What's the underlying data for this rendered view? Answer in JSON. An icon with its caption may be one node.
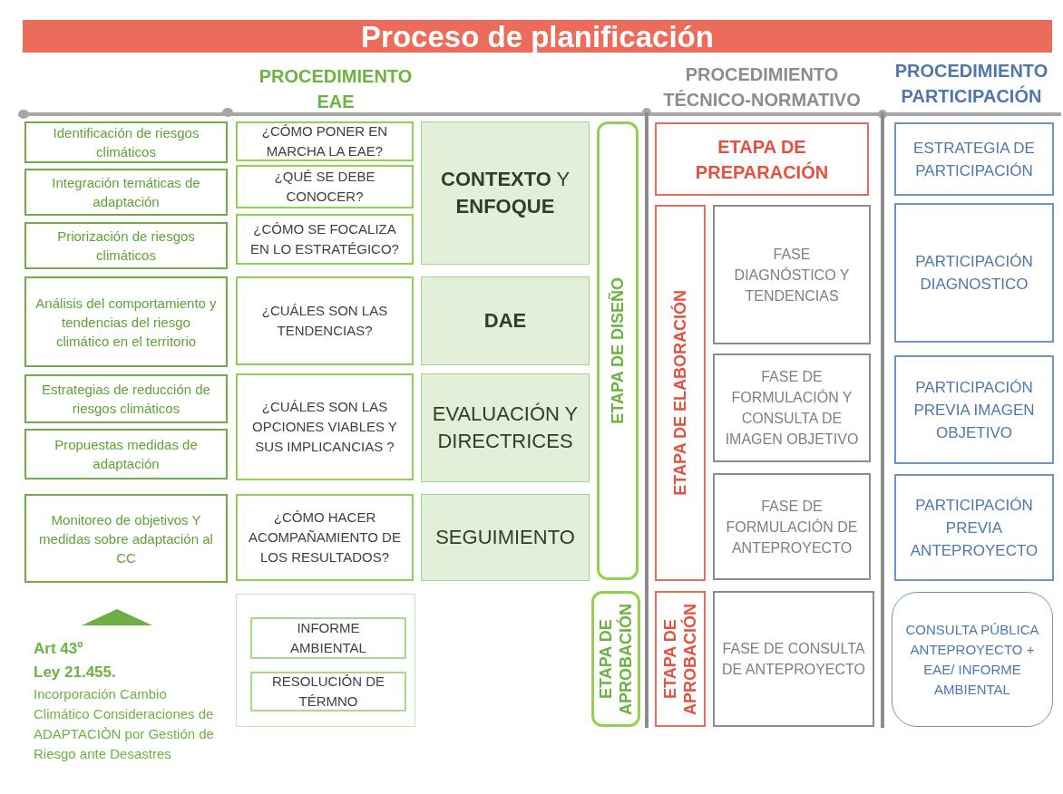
{
  "diagram": {
    "title": "Proceso de planificación",
    "nodes": [
      {
        "text": [
          "Identificación de riesgos climáticos"
        ]
      },
      {
        "text": [
          "Integración temáticas de adaptación"
        ]
      },
      {
        "text": [
          "Priorización de riesgos climáticos"
        ]
      },
      {
        "text": [
          "Análisis del comportamiento y tendencias del riesgo climático en el territorio"
        ]
      },
      {
        "text": [
          "Estrategias de reducción de riesgos climáticos"
        ]
      },
      {
        "text": [
          "Propuestas medidas de adaptación"
        ]
      },
      {
        "text": [
          "Monitoreo de objetivos Y medidas sobre adaptación al CC"
        ]
      },
      {
        "text": [
          "¿CÓMO PONER EN MARCHA LA EAE?"
        ]
      },
      {
        "text": [
          "¿QUÉ SE DEBE CONOCER?"
        ]
      },
      {
        "text": [
          "¿CÓMO SE FOCALIZA EN LO ESTRATÉGICO?"
        ]
      },
      {
        "text": [
          "¿CUÁLES SON LAS TENDENCIAS?"
        ]
      },
      {
        "text": [
          "¿CUÁLES SON LAS OPCIONES VIABLES Y SUS IMPLICANCIAS ?"
        ]
      },
      {
        "text": [
          "¿CÓMO HACER ACOMPAÑAMIENTO DE LOS RESULTADOS?"
        ]
      },
      {
        "text": [],
        "shape": "box"
      },
      {
        "text": [
          "INFORME AMBIENTAL"
        ],
        "in": 13
      },
      {
        "text": [
          "RESOLUCIÓN DE TÉRMNO"
        ],
        "in": 13
      },
      {
        "text": [
          "**CONTEXTO** Y **ENFOQUE**"
        ]
      },
      {
        "text": [
          "**DAE**"
        ]
      },
      {
        "text": [
          "EVALUACIÓN Y DIRECTRICES"
        ]
      },
      {
        "text": [
          "SEGUIMIENTO"
        ]
      },
      {
        "text": [
          "ETAPA DE DISEÑO"
        ]
      },
      {
        "text": [
          "ETAPA DE APROBACIÓN"
        ]
      },
      {
        "text": [
          "ETAPA DE PREPARACIÓN"
        ]
      },
      {
        "text": [
          "ETAPA DE ELABORACIÓN"
        ]
      },
      {
        "text": [
          "FASE DIAGNÓSTICO Y TENDENCIAS"
        ]
      },
      {
        "text": [
          "FASE DE FORMULACIÓN Y CONSULTA DE IMAGEN OBJETIVO"
        ]
      },
      {
        "text": [
          "FASE DE FORMULACIÓN DE ANTEPROYECTO"
        ]
      },
      {
        "text": [
          "ETAPA DE APROBACIÓN"
        ]
      },
      {
        "text": [
          "FASE DE CONSULTA DE ANTEPROYECTO"
        ]
      },
      {
        "text": [
          "ESTRATEGIA DE PARTICIPACIÓN"
        ]
      },
      {
        "text": [
          "PARTICIPACIÓN DIAGNOSTICO"
        ]
      },
      {
        "text": [
          "PARTICIPACIÓN PREVIA IMAGEN OBJETIVO"
        ]
      },
      {
        "text": [
          "PARTICIPACIÓN PREVIA ANTEPROYECTO"
        ]
      },
      {
        "text": [
          "CONSULTA PÚBLICA ANTEPROYECTO + EAE/ INFORME AMBIENTAL"
        ]
      }
    ],
    "labels": [
      "PROCEDIMIENTO EAE",
      "PROCEDIMIENTO TÉCNICO-NORMATIVO",
      "PROCEDIMIENTO PARTICIPACIÓN",
      "Art 43º",
      "Ley 21.455.",
      "Incorporación Cambio Climático Consideraciones de ADAPTACIÒN por Gestión de Riesgo ante Desastres"
    ]
  }
}
